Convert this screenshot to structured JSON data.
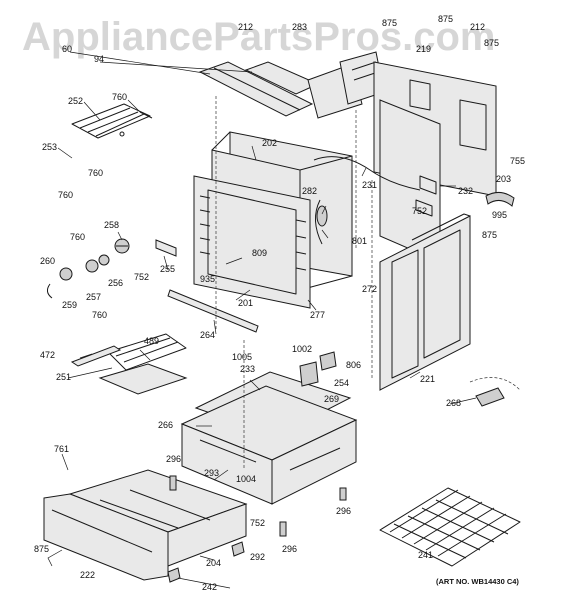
{
  "watermark": "AppliancePartsPros.com",
  "art_number": "(ART NO. WB14430 C4)",
  "labels": [
    {
      "id": "60",
      "text": "60"
    },
    {
      "id": "94",
      "text": "94"
    },
    {
      "id": "212a",
      "text": "212"
    },
    {
      "id": "283",
      "text": "283"
    },
    {
      "id": "875a",
      "text": "875"
    },
    {
      "id": "875b",
      "text": "875"
    },
    {
      "id": "219",
      "text": "219"
    },
    {
      "id": "212b",
      "text": "212"
    },
    {
      "id": "875c",
      "text": "875"
    },
    {
      "id": "252",
      "text": "252"
    },
    {
      "id": "760a",
      "text": "760"
    },
    {
      "id": "253",
      "text": "253"
    },
    {
      "id": "760b",
      "text": "760"
    },
    {
      "id": "760c",
      "text": "760"
    },
    {
      "id": "202",
      "text": "202"
    },
    {
      "id": "231",
      "text": "231"
    },
    {
      "id": "755",
      "text": "755"
    },
    {
      "id": "203",
      "text": "203"
    },
    {
      "id": "232",
      "text": "232"
    },
    {
      "id": "995",
      "text": "995"
    },
    {
      "id": "282",
      "text": "282"
    },
    {
      "id": "752a",
      "text": "752"
    },
    {
      "id": "875d",
      "text": "875"
    },
    {
      "id": "801",
      "text": "801"
    },
    {
      "id": "258",
      "text": "258"
    },
    {
      "id": "760d",
      "text": "760"
    },
    {
      "id": "809",
      "text": "809"
    },
    {
      "id": "260",
      "text": "260"
    },
    {
      "id": "935",
      "text": "935"
    },
    {
      "id": "255",
      "text": "255"
    },
    {
      "id": "752b",
      "text": "752"
    },
    {
      "id": "256",
      "text": "256"
    },
    {
      "id": "257",
      "text": "257"
    },
    {
      "id": "259",
      "text": "259"
    },
    {
      "id": "201",
      "text": "201"
    },
    {
      "id": "272",
      "text": "272"
    },
    {
      "id": "277",
      "text": "277"
    },
    {
      "id": "760e",
      "text": "760"
    },
    {
      "id": "264",
      "text": "264"
    },
    {
      "id": "472",
      "text": "472"
    },
    {
      "id": "489",
      "text": "489"
    },
    {
      "id": "1005",
      "text": "1005"
    },
    {
      "id": "1002",
      "text": "1002"
    },
    {
      "id": "806",
      "text": "806"
    },
    {
      "id": "251",
      "text": "251"
    },
    {
      "id": "233",
      "text": "233"
    },
    {
      "id": "254",
      "text": "254"
    },
    {
      "id": "221",
      "text": "221"
    },
    {
      "id": "269",
      "text": "269"
    },
    {
      "id": "268",
      "text": "268"
    },
    {
      "id": "266",
      "text": "266"
    },
    {
      "id": "761",
      "text": "761"
    },
    {
      "id": "296a",
      "text": "296"
    },
    {
      "id": "293",
      "text": "293"
    },
    {
      "id": "1004",
      "text": "1004"
    },
    {
      "id": "296b",
      "text": "296"
    },
    {
      "id": "752c",
      "text": "752"
    },
    {
      "id": "296c",
      "text": "296"
    },
    {
      "id": "875e",
      "text": "875"
    },
    {
      "id": "204",
      "text": "204"
    },
    {
      "id": "292",
      "text": "292"
    },
    {
      "id": "241",
      "text": "241"
    },
    {
      "id": "222",
      "text": "222"
    },
    {
      "id": "242",
      "text": "242"
    }
  ]
}
